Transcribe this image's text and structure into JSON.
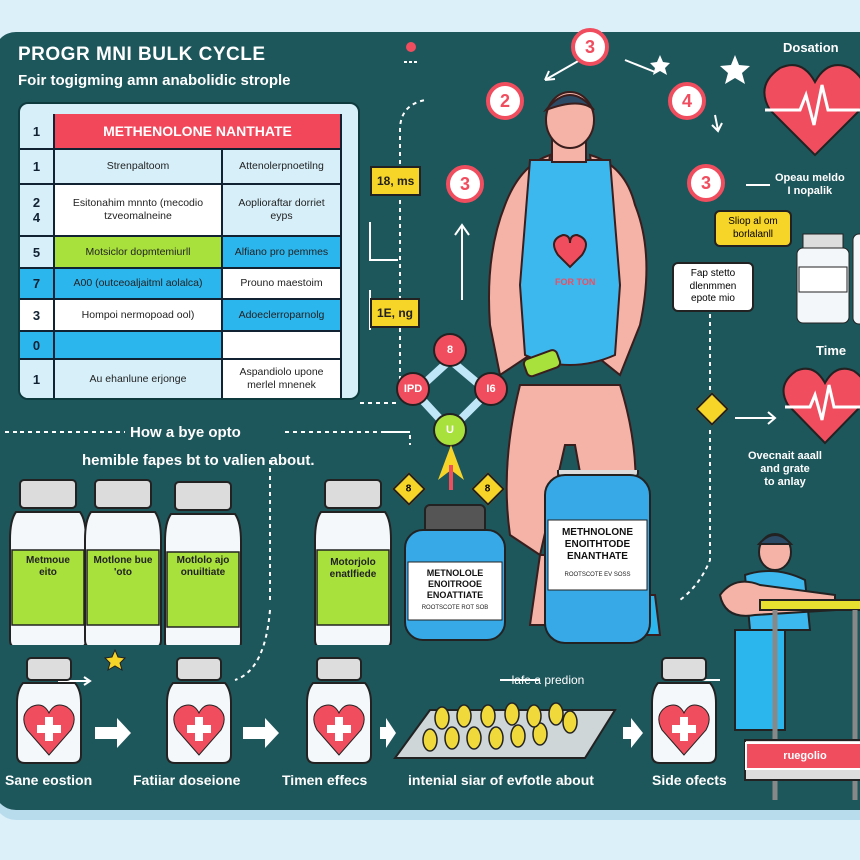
{
  "title": "PROGR MNI BULK CYCLE",
  "subtitle": "Foir togigming amn anabolidic strople",
  "table": {
    "header": {
      "num": "1",
      "label": "METHENOLONE NANTHATE"
    },
    "rows": [
      {
        "num": "1",
        "col1": "Strenpaltoom",
        "col2": "Attenolerpnoetilng"
      },
      {
        "num": "2\n4",
        "col1": "Esitonahim mnnto (mecodio tzveomalneine",
        "col2": "Aoplioraftar dorriet eyps"
      },
      {
        "num": "5",
        "col1": "Motsiclor dopmtemiurll",
        "col2": "Alfiano pro pemmes"
      },
      {
        "num": "7",
        "col1": "A00 (outceoaljaitml aolalca)",
        "col2": "Prouno maestoim"
      },
      {
        "num": "3",
        "col1": "Hompoi nermopoad ool)",
        "col2": "Adoeclerroparnolg"
      },
      {
        "num": "0",
        "col1": "",
        "col2": ""
      },
      {
        "num": "1",
        "col1": "Au ehanlune erjonge",
        "col2": "Aspandiolo upone merlel mnenek"
      }
    ]
  },
  "tags": [
    "18, ms",
    "1E, ng"
  ],
  "steps": [
    "3",
    "2",
    "4",
    "3",
    "3"
  ],
  "molecule": {
    "top": "8",
    "left": "IPD",
    "right": "I6",
    "bottom": "U",
    "diamonds": [
      "8",
      "8"
    ]
  },
  "middle": {
    "line1": "How a bye opto",
    "line2": "hemible fapes bt to valien about."
  },
  "vials": [
    {
      "label": "Metmoue eito"
    },
    {
      "label": "Motlone bue 'oto"
    },
    {
      "label": "Motlolo ajo onuiltiate"
    },
    {
      "label": "Motorjolo enatlfiede"
    }
  ],
  "jars": [
    {
      "label": "METNOLOLE ENOITROOE ENOATTIATE",
      "sub": "ROOTSCOTE ROT SOB"
    },
    {
      "label": "METHNOLONE ENOITHTODE ENANTHATE",
      "sub": "ROOTSCOTE EV SOSS"
    }
  ],
  "man": {
    "shirt_text": "FOR TON"
  },
  "right": {
    "dosation": "Dosation",
    "opeau": "Opeau meldo\nI nopalik",
    "yellow_callout": "Sliop al om borlalanll",
    "white_callout": "Fap stetto dlenmmen epote mio",
    "time": "Time",
    "ovecnait": "Ovecnait aaall\nand grate\nto anlay",
    "red_label": "ruegolio"
  },
  "bottom": {
    "caption": "lafe a predion",
    "labels": [
      "Sane eostion",
      "Fatiiar doseione",
      "Timen effecs",
      "intenial siar of evfotle about",
      "Side ofects"
    ]
  },
  "colors": {
    "panel": "#1d565b",
    "red": "#f04d5f",
    "blue": "#2cb6ee",
    "green": "#a8e03c",
    "yellow": "#f7d428"
  }
}
